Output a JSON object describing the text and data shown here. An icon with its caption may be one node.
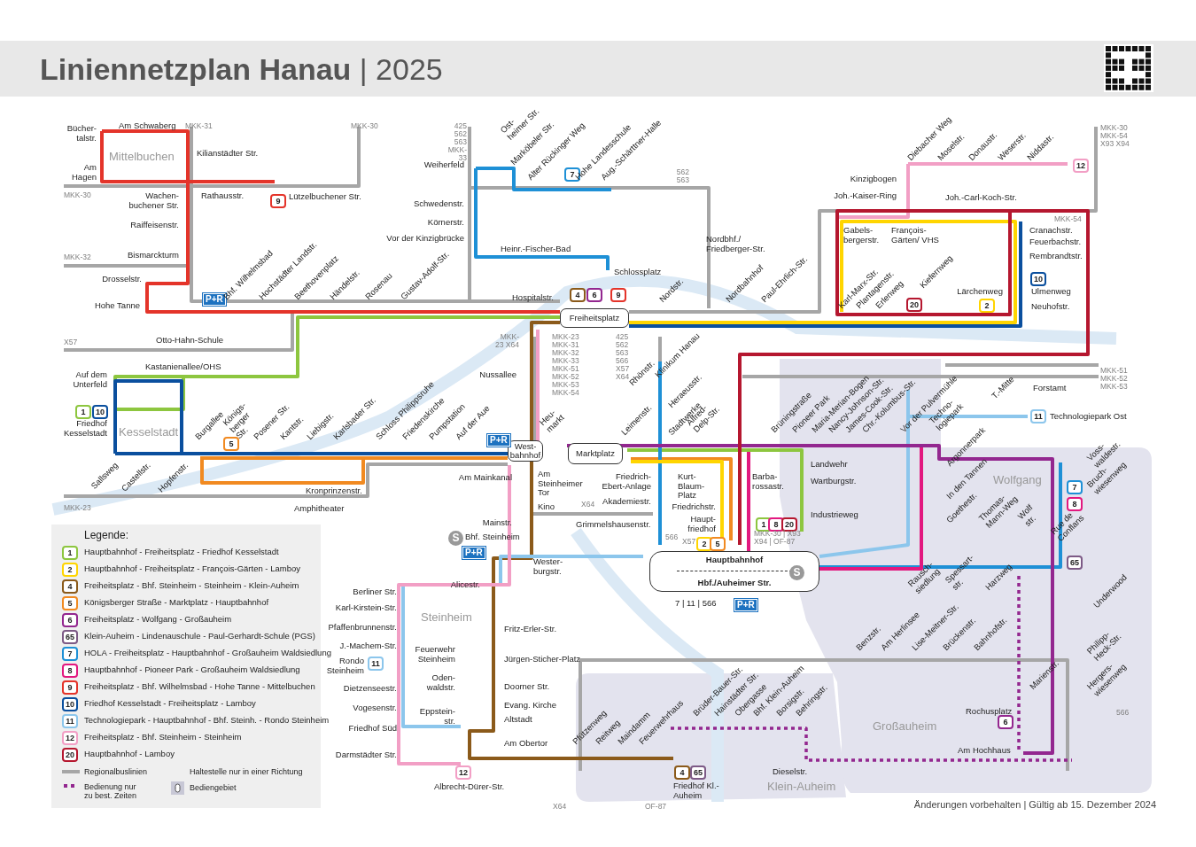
{
  "diagram": {
    "title": "**Liniennetzplan Hanau** | 2025",
    "caption": "Änderungen vorbehalten | Gültig ab 15. Dezember 2024",
    "nodes": [
      {
        "text": [
          "Freiheitsplatz"
        ]
      },
      {
        "text": [
          "West- bahnhof"
        ]
      },
      {
        "text": [
          "Marktplatz"
        ]
      },
      {
        "text": [
          "Hauptbahnhof",
          "Hbf./Auheimer Str."
        ]
      }
    ],
    "labels": [
      "Bücher- talstr.",
      "Am Schwaberg",
      "MKK-31",
      "MKK-30",
      "425 562 563 MKK-33",
      "Mittelbuchen",
      "Kilianstädter Str.",
      "Weiherfeld",
      "Am Hagen",
      "MKK-30",
      "Wachen- buchener Str.",
      "Rathausstr.",
      "9",
      "Lützelbuchener Str.",
      "Schwedenstr.",
      "Raiffeisenstr.",
      "Körnerstr.",
      "Vor der Kinzigbrücke",
      "MKK-32",
      "Bismarckturm",
      "Heinr.-Fischer-Bad",
      "Schlossplatz",
      "Drosselstr.",
      "Hospitalstr.",
      "4",
      "6",
      "9",
      "P+R",
      "Hohe Tanne",
      "Bhf. Wilhelmsbad",
      "Hochstädter Landstr.",
      "Beethovenplatz",
      "Händelstr.",
      "Rosenau",
      "Gustav-Adolf-Str.",
      "Ost- heimer Str.",
      "Marköbeler Str.",
      "Alter Rückinger Weg",
      "7",
      "Hohe Landesschule",
      "Aug.-Schärttner-Halle",
      "562 563",
      "Nordbhf./ Friedberger-Str.",
      "Kinzigbogen",
      "Joh.-Kaiser-Ring",
      "Diebacher Weg",
      "Moselstr.",
      "Donaustr.",
      "Weserstr.",
      "Niddastr.",
      "12",
      "MKK-30 MKK-54 X93 X94",
      "Joh.-Carl-Koch-Str.",
      "MKK-54",
      "Gabels- bergerstr.",
      "François- Gärten/ VHS",
      "Cranachstr.",
      "Feuerbachstr.",
      "Rembrandtstr.",
      "10",
      "Nordstr.",
      "Nordbahnhof",
      "Paul-Ehrlich-Str.",
      "Karl-Marx-Str.",
      "Plantagenstr.",
      "Erlenweg",
      "Kiefernweg",
      "20",
      "Lärchenweg",
      "Ulmenweg",
      "2",
      "Neuhofstr.",
      "X57",
      "Otto-Hahn-Schule",
      "MKK-23 X64",
      "MKK-23 MKK-31 MKK-32 MKK-33 MKK-51 MKK-52 MKK-53 MKK-54",
      "425 562 563 566 X57 X64",
      "Auf dem Unterfeld",
      "Kastanienallee/OHS",
      "Nussallee",
      "Rhönstr.",
      "Klinikum Hanau",
      "Forstamt",
      "MKK-51 MKK-52 MKK-53",
      "Heraeusstr.",
      "Techno- logiepark",
      "T.-Mitte",
      "1",
      "10",
      "11",
      "Technologiepark Ost",
      "Friedhof Kesselstadt",
      "Kesselstadt",
      "Burgallee",
      "Königs- berger Str.",
      "5",
      "Posener Str.",
      "Kantstr.",
      "Liebigstr.",
      "Karlsbader Str.",
      "Schloss Philippsruhe",
      "Friedenskirche",
      "Pumpstation",
      "Auf der Aue",
      "P+R",
      "Heu- markt",
      "Leimenstr.",
      "Stadtwerke",
      "Alfred- Delp-Str.",
      "Brüningstraße",
      "Pioneer Park",
      "Maria-Merian-Bogen",
      "Nancy-Johnson-Str.",
      "James-Cook-Str.",
      "Chr.-Kolumbus-Str.",
      "Vor der Pulvermühle",
      "Argonnerpark",
      "Sallsweg",
      "Castellstr.",
      "Hopfenstr.",
      "Landwehr",
      "Voss- waldestr.",
      "Am Mainkanal",
      "Am Steinheimer Tor",
      "Friedrich- Ebert-Anlage",
      "Kurt- Blaum- Platz",
      "Barba- rossastr.",
      "Wartburgstr.",
      "Wolfgang",
      "Kronprinzenstr.",
      "7",
      "Bruch- wiesenweg",
      "MKK-23",
      "Amphitheater",
      "Kino",
      "X64",
      "Akademiestr.",
      "Friedrichstr.",
      "In den Tannen",
      "8",
      "Mainstr.",
      "Grimmelshausenstr.",
      "Haupt- friedhof",
      "1",
      "8",
      "20",
      "Industrieweg",
      "Goethestr.",
      "Thomas- Mann-Weg",
      "Wolf str.",
      "MKK-30 | X93 X94 | OF-87",
      "S",
      "Bhf. Steinheim",
      "566",
      "X57",
      "2",
      "5",
      "Rue de Conflans",
      "P+R",
      "Wester- burgstr.",
      "65",
      "S",
      "7 | 11 | 566",
      "P+R",
      "Alicestr.",
      "Berliner Str.",
      "Rausch- siedlung",
      "Spessart- str.",
      "Harzweg",
      "Karl-Kirstein-Str.",
      "Underwood",
      "Steinheim",
      "Pfaffenbrunnenstr.",
      "Fritz-Erler-Str.",
      "J.-Machem-Str.",
      "Feuerwehr Steinheim",
      "Benzstr.",
      "Am Herlinsee",
      "Lise-Meitner-Str.",
      "Brückenstr.",
      "Bahnhofstr.",
      "Jürgen-Sticher-Platz",
      "Rondo Steinheim",
      "11",
      "Philipp- Heck-Str.",
      "Dietzenseestr.",
      "Oden- waldstr.",
      "Doorner Str.",
      "Marienstr.",
      "Hergers- wiesenweg",
      "Vogesenstr.",
      "Eppstein- str.",
      "Evang. Kirche",
      "Rochusplatz",
      "566",
      "Brüder-Bauer-Str.",
      "Hainstädter Str.",
      "Obergasse",
      "Bhf. Klein-Auheim",
      "Borsigstr.",
      "Behringstr.",
      "Friedhof Süd",
      "Altstadt",
      "Großauheim",
      "6",
      "Darmstädter Str.",
      "Am Obertor",
      "Pfützenweg",
      "Reitweg",
      "Maindamm",
      "Feuerwehrhaus",
      "Am Hochhaus",
      "12",
      "4",
      "65",
      "Dieselstr.",
      "Albrecht-Dürer-Str.",
      "Friedhof Kl.-Auheim",
      "Klein-Auheim",
      "X64",
      "OF-87",
      "Legende:",
      "1",
      "2",
      "4",
      "5",
      "6",
      "65",
      "7",
      "8",
      "9",
      "10",
      "11",
      "12",
      "20"
    ],
    "legend": [
      {
        "text": "Hauptbahnhof - Freiheitsplatz - Friedhof Kesselstadt",
        "color": "#8dc63f"
      },
      {
        "text": "Hauptbahnhof - Freiheitsplatz - François-Gärten - Lamboy",
        "color": "#ffd500"
      },
      {
        "text": "Freiheitsplatz - Bhf. Steinheim - Steinheim - Klein-Auheim",
        "color": "#8b5a1a"
      },
      {
        "text": "Königsberger Straße - Marktplatz - Hauptbahnhof",
        "color": "#f18a21"
      },
      {
        "text": "Freiheitsplatz - Wolfgang - Großauheim",
        "color": "#93278f"
      },
      {
        "text": "Klein-Auheim - Lindenauschule - Paul-Gerhardt-Schule (PGS)",
        "color": "#7d5a86"
      },
      {
        "text": "HOLA - Freiheitsplatz - Hauptbahnhof - Großauheim Waldsiedlung",
        "color": "#1e90d6"
      },
      {
        "text": "Hauptbahnhof - Pioneer Park - Großauheim Waldsiedlung",
        "color": "#e2187f"
      },
      {
        "text": "Freiheitsplatz - Bhf. Wilhelmsbad - Hohe Tanne - Mittelbuchen",
        "color": "#e4342a"
      },
      {
        "text": "Friedhof Kesselstadt - Freiheitsplatz - Lamboy",
        "color": "#0a4f9e"
      },
      {
        "text": "Technologiepark - Hauptbahnhof - Bhf. Steinh. - Rondo Steinheim",
        "color": "#8cc6ec"
      },
      {
        "text": "Freiheitsplatz - Bhf. Steinheim - Steinheim",
        "color": "#f29fc5"
      },
      {
        "text": "Hauptbahnhof - Lamboy",
        "color": "#b5172f"
      },
      {
        "text": "Regionalbuslinien"
      },
      {
        "text": "Bedienung nur zu best. Zeiten"
      },
      {
        "text": "Haltestelle nur in einer Richtung"
      },
      {
        "text": "Bediengebiet"
      }
    ]
  }
}
